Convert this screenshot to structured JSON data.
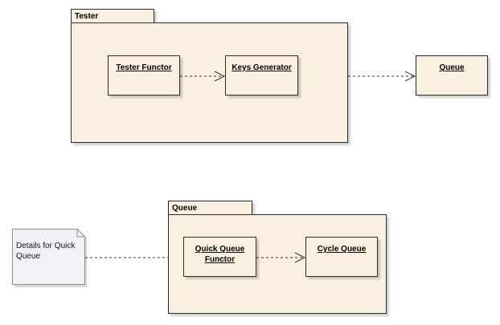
{
  "packages": {
    "tester": {
      "title": "Tester"
    },
    "queue": {
      "title": "Queue"
    }
  },
  "classes": {
    "tester_functor": "Tester Functor",
    "keys_generator": "Keys Generator",
    "queue": "Queue",
    "quick_queue_functor": "Quick Queue Functor",
    "cycle_queue": "Cycle Queue"
  },
  "note": {
    "text": "Details for Quick Queue"
  },
  "colors": {
    "fill": "#f9f0e1",
    "note_fill": "#f2f2f6",
    "border": "#2b2b2b",
    "line": "#333333"
  }
}
